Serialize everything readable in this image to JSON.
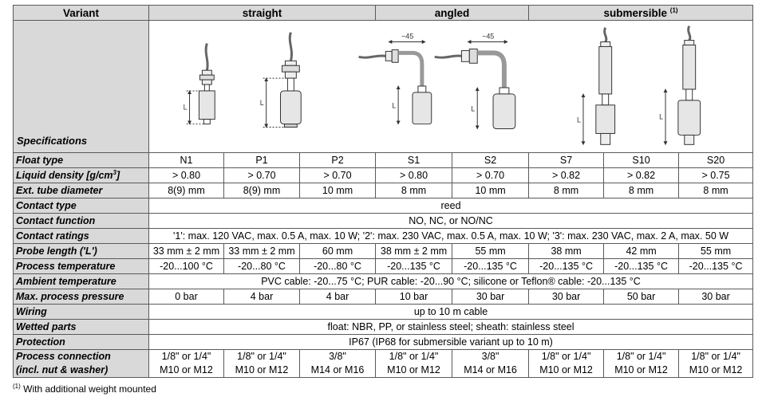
{
  "header": {
    "variant": "Variant",
    "straight": "straight",
    "angled": "angled",
    "submersible": "submersible",
    "submersible_note": "(1)"
  },
  "specifications_label": "Specifications",
  "dimension_labels": {
    "l": "L",
    "angle_dim": "~45"
  },
  "rows": {
    "float_type": {
      "label": "Float type",
      "values": [
        "N1",
        "P1",
        "P2",
        "S1",
        "S2",
        "S7",
        "S10",
        "S20"
      ]
    },
    "liquid_density": {
      "label": "Liquid density [g/cm",
      "label_sup": "3",
      "label_end": "]",
      "values": [
        "> 0.80",
        "> 0.70",
        "> 0.70",
        "> 0.80",
        "> 0.70",
        "> 0.82",
        "> 0.82",
        "> 0.75"
      ]
    },
    "ext_tube": {
      "label": "Ext. tube diameter",
      "values": [
        "8(9) mm",
        "8(9) mm",
        "10 mm",
        "8 mm",
        "10 mm",
        "8 mm",
        "8 mm",
        "8 mm"
      ]
    },
    "contact_type": {
      "label": "Contact type",
      "value": "reed"
    },
    "contact_function": {
      "label": "Contact function",
      "value": "NO, NC, or NO/NC"
    },
    "contact_ratings": {
      "label": "Contact ratings",
      "value": "'1': max. 120 VAC, max. 0.5 A, max. 10 W; '2': max. 230 VAC, max. 0.5 A, max. 10 W; '3': max. 230 VAC, max. 2 A, max. 50 W"
    },
    "probe_length": {
      "label": "Probe length ('L')",
      "values": [
        "33 mm ± 2 mm",
        "33 mm ± 2 mm",
        "60 mm",
        "38 mm ± 2 mm",
        "55 mm",
        "38 mm",
        "42 mm",
        "55 mm"
      ]
    },
    "process_temp": {
      "label": "Process temperature",
      "values": [
        "-20...100 °C",
        "-20...80 °C",
        "-20...80 °C",
        "-20...135 °C",
        "-20...135 °C",
        "-20...135 °C",
        "-20...135 °C",
        "-20...135 °C"
      ]
    },
    "ambient_temp": {
      "label": "Ambient temperature",
      "value": "PVC cable: -20...75 °C; PUR cable: -20...90 °C; silicone or Teflon® cable: -20...135 °C"
    },
    "max_pressure": {
      "label": "Max. process pressure",
      "values": [
        "0 bar",
        "4 bar",
        "4 bar",
        "10 bar",
        "30 bar",
        "30 bar",
        "50 bar",
        "30 bar"
      ]
    },
    "wiring": {
      "label": "Wiring",
      "value": "up to 10 m cable"
    },
    "wetted_parts": {
      "label": "Wetted parts",
      "value": "float: NBR, PP, or stainless steel; sheath: stainless steel"
    },
    "protection": {
      "label": "Protection",
      "value": "IP67 (IP68 for submersible variant up to 10 m)"
    },
    "process_connection": {
      "label1": "Process connection",
      "label2": "(incl. nut & washer)",
      "line1": [
        "1/8\" or 1/4\"",
        "1/8\" or 1/4\"",
        "3/8\"",
        "1/8\" or 1/4\"",
        "3/8\"",
        "1/8\" or 1/4\"",
        "1/8\" or 1/4\"",
        "1/8\" or 1/4\""
      ],
      "line2": [
        "M10 or M12",
        "M10 or M12",
        "M14 or M16",
        "M10 or M12",
        "M14 or M16",
        "M10 or M12",
        "M10 or M12",
        "M10 or M12"
      ]
    }
  },
  "footnote": {
    "mark": "(1)",
    "text": " With additional weight mounted"
  }
}
